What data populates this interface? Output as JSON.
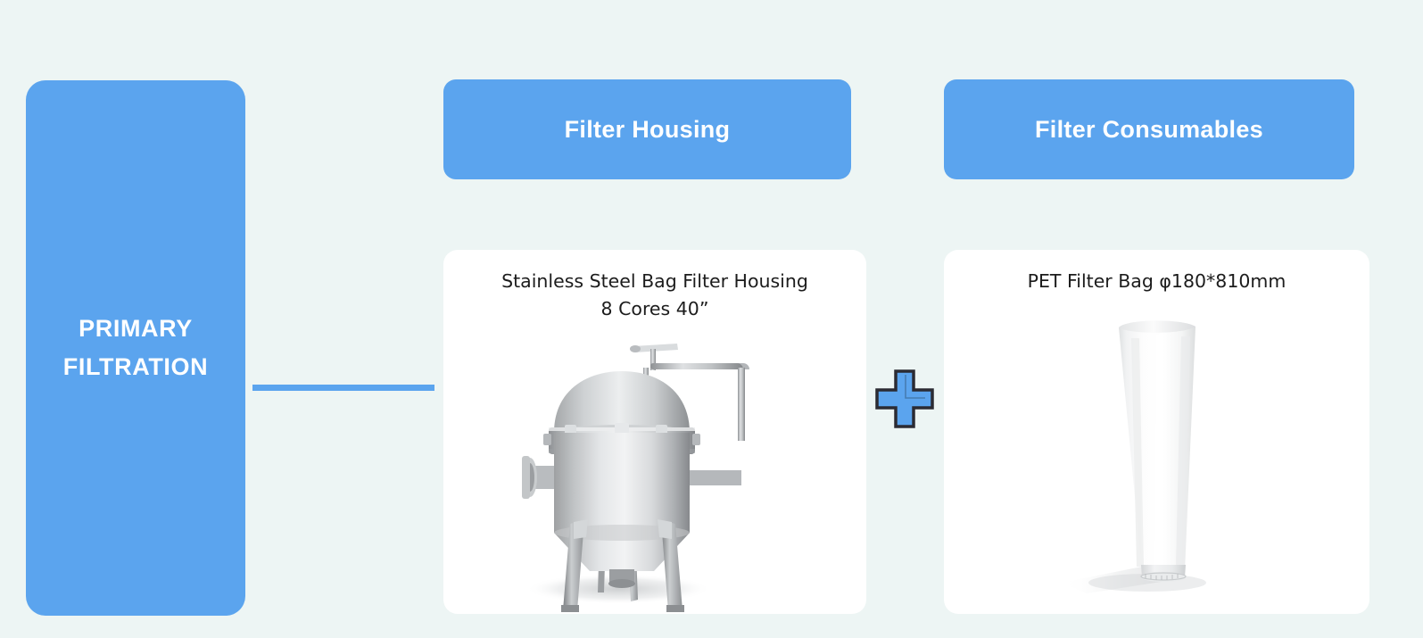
{
  "page": {
    "background_color": "#edf5f4",
    "accent_color": "#5ba4ee",
    "card_color": "#ffffff",
    "text_color": "#1c1c1c"
  },
  "stage": {
    "label": "PRIMARY\nFILTRATION",
    "connector_name": "stage-to-columns-connector"
  },
  "columns": [
    {
      "tab_label": "Filter Housing",
      "product": {
        "caption": "Stainless Steel Bag Filter Housing\n8 Cores 40”",
        "caption_line_1": "Stainless Steel Bag Filter Housing",
        "caption_line_2": "8 Cores 40”",
        "image_name": "stainless-steel-bag-filter-housing-photo"
      }
    },
    {
      "tab_label": "Filter Consumables",
      "product": {
        "caption": "PET Filter Bag  φ180*810mm",
        "caption_line_1": "PET Filter Bag  φ180*810mm",
        "caption_line_2": "",
        "image_name": "pet-filter-bag-photo"
      }
    }
  ],
  "combiner": {
    "symbol": "+",
    "icon_name": "plus-icon",
    "fill_color": "#5ba4ee",
    "stroke_color": "#2b2b33"
  }
}
